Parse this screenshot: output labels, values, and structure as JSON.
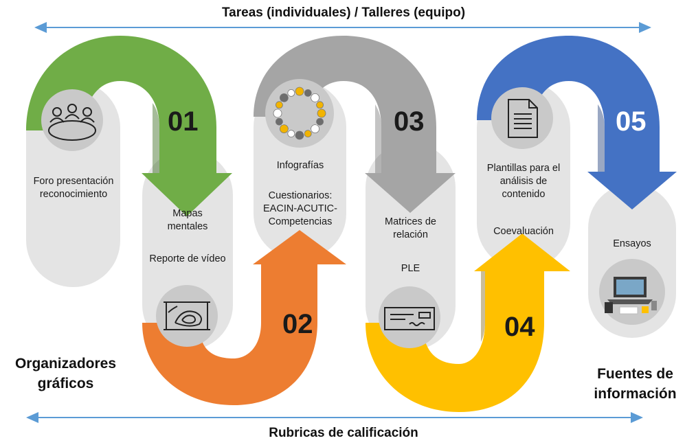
{
  "header": {
    "top_title": "Tareas (individuales) / Talleres (equipo)",
    "bottom_title": "Rubricas de calificación"
  },
  "side_labels": {
    "left": "Organizadores gráficos",
    "right": "Fuentes de información"
  },
  "steps": [
    {
      "number": "01",
      "color": "#70ad47",
      "icon": "meeting-people-icon",
      "items": [
        "Foro presentación reconocimiento",
        "Mapas mentales",
        "Reporte de vídeo"
      ]
    },
    {
      "number": "02",
      "color": "#ed7d31",
      "icon": "blueprint-map-icon",
      "items": [
        "Infografías",
        "Cuestionarios: EACIN-ACUTIC-Competencias"
      ]
    },
    {
      "number": "03",
      "color": "#a5a5a5",
      "icon": "infographic-wreath-icon",
      "items": [
        "Matrices de relación",
        "PLE"
      ]
    },
    {
      "number": "04",
      "color": "#ffc000",
      "icon": "check-card-icon",
      "items": [
        "Plantillas para el análisis de contenido",
        "Coevaluación"
      ]
    },
    {
      "number": "05",
      "color": "#4472c4",
      "icon": "document-icon",
      "items": [
        "Ensayos"
      ]
    }
  ],
  "extra_icon": "laptop-desk-icon",
  "colors": {
    "pill": "#e4e4e4",
    "icon_circle": "#c9c9c9",
    "arrow_line": "#5b9bd5"
  }
}
